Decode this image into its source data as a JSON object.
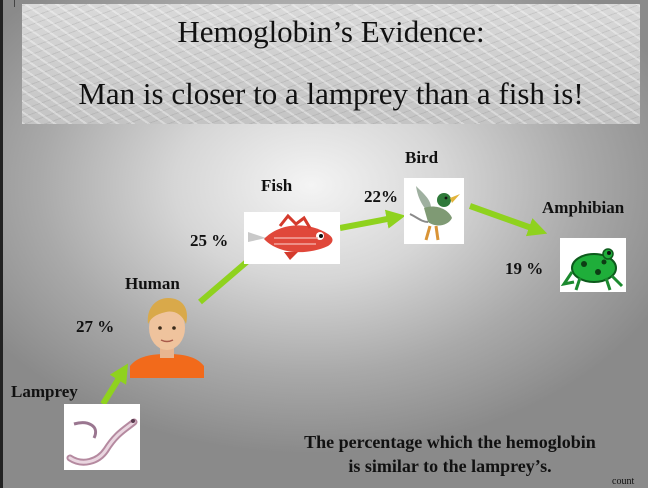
{
  "title": {
    "line1": "Hemoglobin’s  Evidence:",
    "line2": "Man is closer to a lamprey than a fish is!"
  },
  "organisms": {
    "lamprey": {
      "name": "Lamprey",
      "percent": ""
    },
    "human": {
      "name": "Human",
      "percent": "27 %"
    },
    "fish": {
      "name": "Fish",
      "percent": "25 %"
    },
    "bird": {
      "name": "Bird",
      "percent": "22%"
    },
    "amphibian": {
      "name": "Amphibian",
      "percent": "19 %"
    }
  },
  "caption": {
    "line1": "The percentage which the  hemoglobin",
    "line2": "is similar to the lamprey’s."
  },
  "footnote": "count",
  "colors": {
    "arrow": "#8fd21e",
    "human_shirt": "#f26a1b",
    "frog": "#1fae3a"
  }
}
